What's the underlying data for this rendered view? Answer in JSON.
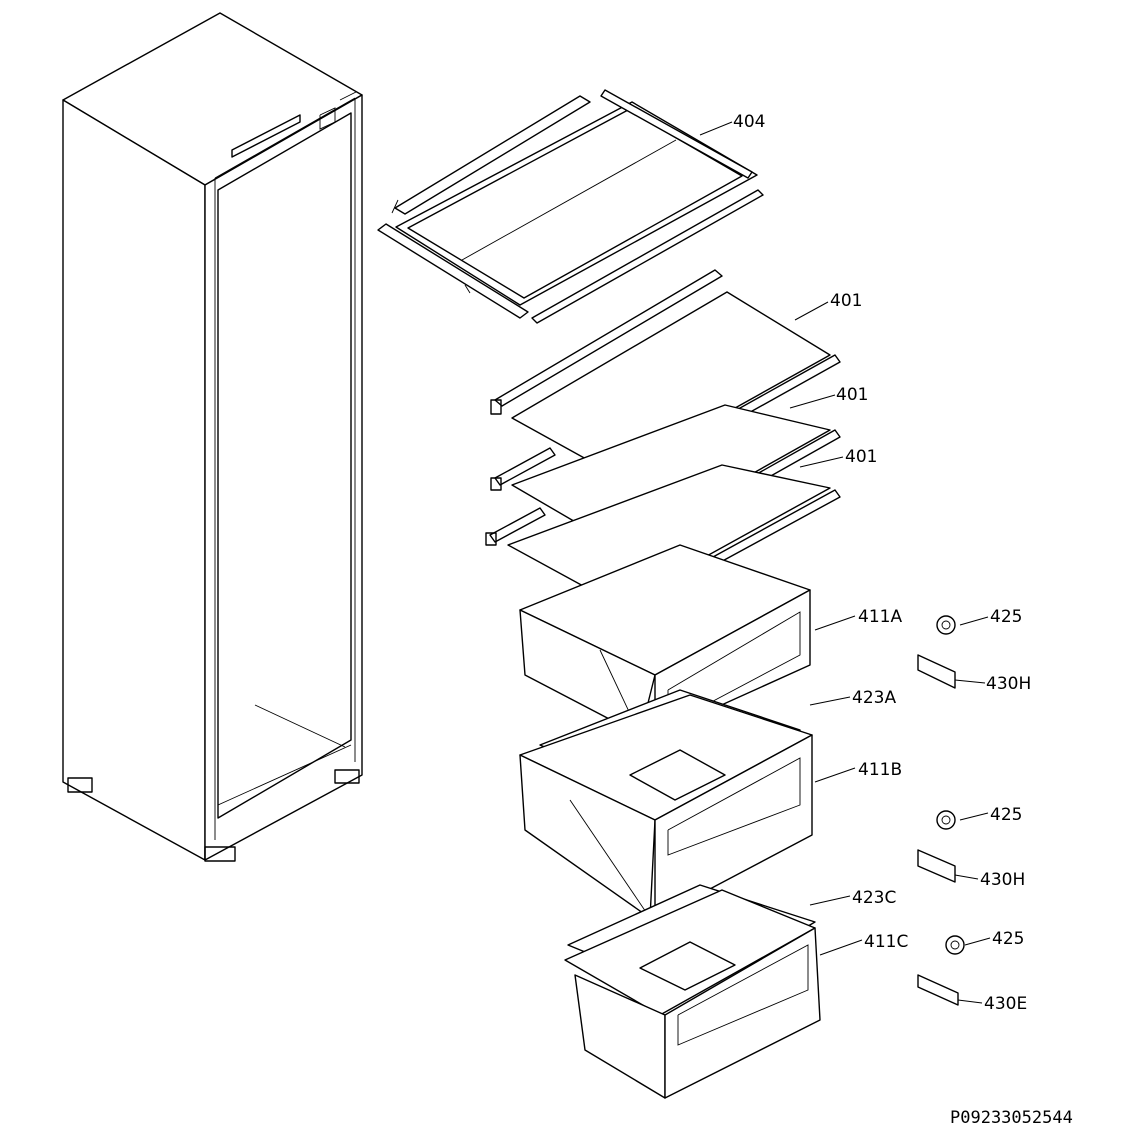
{
  "diagram": {
    "labels": {
      "l404": "404",
      "l401a": "401",
      "l401b": "401",
      "l401c": "401",
      "l411a": "411A",
      "l425a": "425",
      "l430ha": "430H",
      "l423a": "423A",
      "l411b": "411B",
      "l425b": "425",
      "l430hb": "430H",
      "l423c": "423C",
      "l411c": "411C",
      "l425c": "425",
      "l430e": "430E"
    },
    "document_code": "P09233052544"
  }
}
